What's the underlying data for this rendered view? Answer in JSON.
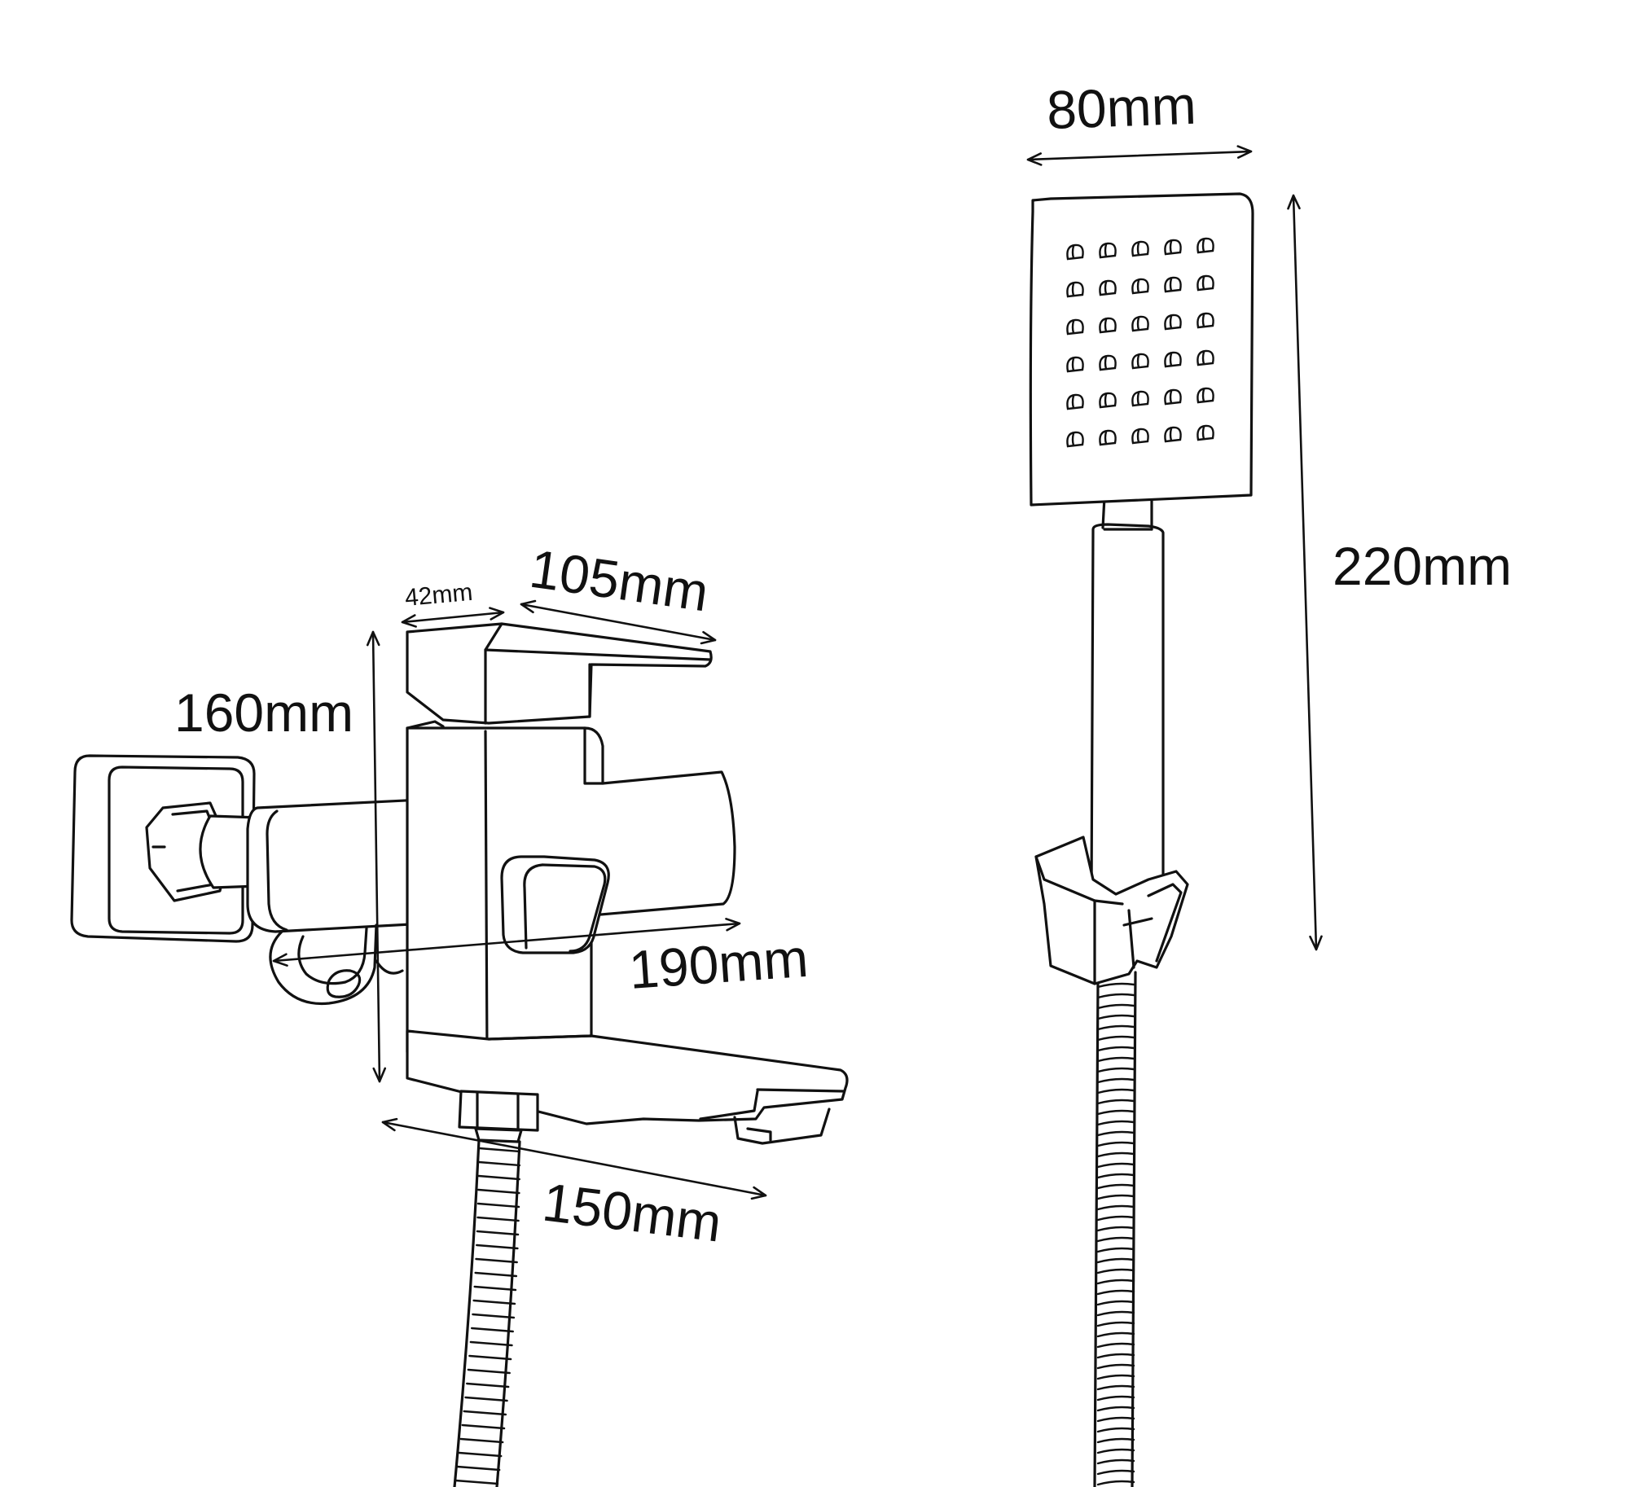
{
  "colors": {
    "stroke": "#111111",
    "background": "#ffffff"
  },
  "labels": {
    "faucet_spout_top_width": "42mm",
    "faucet_top_length": "105mm",
    "faucet_height": "160mm",
    "faucet_depth": "190mm",
    "faucet_spout_length": "150mm",
    "shower_head_width": "80mm",
    "shower_handset_length": "220mm"
  }
}
